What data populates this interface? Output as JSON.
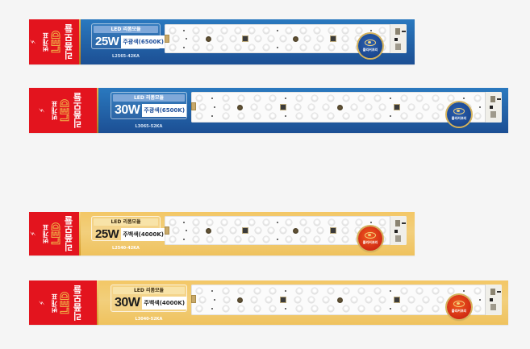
{
  "products": [
    {
      "theme": "blue",
      "brand_name": "번개표",
      "brand_led": "LED",
      "brand_product": "리폼모듈",
      "spec_header": "LED 리폼모듈",
      "wattage": "25W",
      "color_label": "주광색(6500K)",
      "model": "L2565-42KA",
      "badge_text": "플리커프리",
      "badge_icon": "eye-icon"
    },
    {
      "theme": "blue",
      "brand_name": "번개표",
      "brand_led": "LED",
      "brand_product": "리폼모듈",
      "spec_header": "LED 리폼모듈",
      "wattage": "30W",
      "color_label": "주광색(6500K)",
      "model": "L3065-52KA",
      "badge_text": "플리커프리",
      "badge_icon": "eye-icon"
    },
    {
      "theme": "gold",
      "brand_name": "번개표",
      "brand_led": "LED",
      "brand_product": "리폼모듈",
      "spec_header": "LED 리폼모듈",
      "wattage": "25W",
      "color_label": "주백색(4000K)",
      "model": "L2540-42KA",
      "badge_text": "플리커프리",
      "badge_icon": "eye-icon"
    },
    {
      "theme": "gold",
      "brand_name": "번개표",
      "brand_led": "LED",
      "brand_product": "리폼모듈",
      "spec_header": "LED 리폼모듈",
      "wattage": "30W",
      "color_label": "주백색(4000K)",
      "model": "L3040-52KA",
      "badge_text": "플리커프리",
      "badge_icon": "eye-icon"
    }
  ],
  "colors": {
    "brand_red": "#e3141e",
    "blue_banner": "#2466ab",
    "gold_banner": "#f2cf7c",
    "badge_blue": "#1a4a94",
    "badge_red": "#d9261a",
    "background": "#f5f5f5"
  }
}
